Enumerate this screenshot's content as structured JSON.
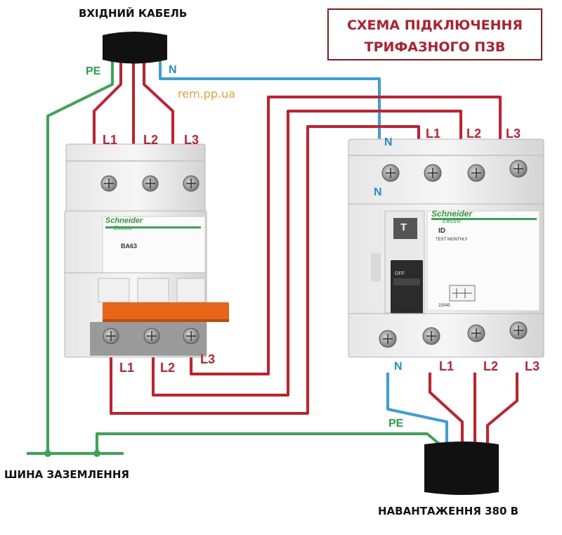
{
  "title": {
    "line1": "СХЕМА ПІДКЛЮЧЕННЯ",
    "line2": "ТРИФАЗНОГО  ПЗВ"
  },
  "labels": {
    "input_cable": "ВХІДНИЙ КАБЕЛЬ",
    "ground_bus": "ШИНА ЗАЗЕМЛЕННЯ",
    "load": "НАВАНТАЖЕННЯ  380 В",
    "watermark": "rem.pp.ua"
  },
  "wires": {
    "pe": "PE",
    "n": "N",
    "l1": "L1",
    "l2": "L2",
    "l3": "L3"
  },
  "breaker": {
    "brand": "Schneider",
    "brand_sub": "Electric",
    "model": "BA63"
  },
  "rcd": {
    "brand": "Schneider",
    "brand_sub": "Electric",
    "model": "ID",
    "test_label": "T",
    "test_text": "TEST MONTHLY",
    "off_label": "OFF",
    "code": "23045"
  },
  "colors": {
    "phase": "#c4202e",
    "neutral": "#3a9fd6",
    "ground": "#3aa655",
    "title": "#b3202c",
    "accent": "#e8661a"
  }
}
